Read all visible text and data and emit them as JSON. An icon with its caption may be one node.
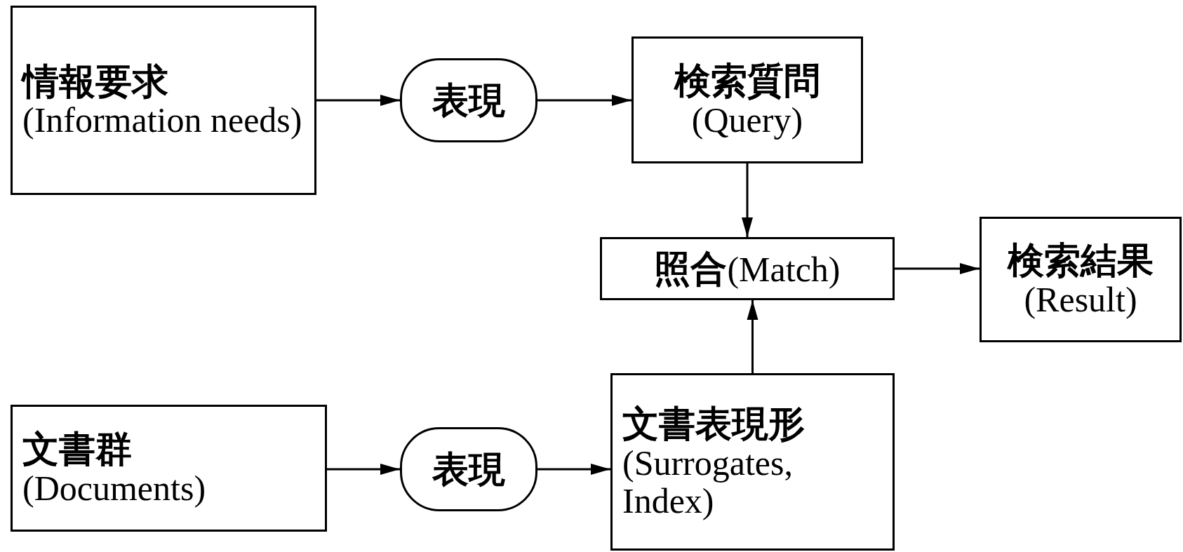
{
  "diagram": {
    "nodes": [
      {
        "text": [
          "情報要求",
          "(Information needs)"
        ]
      },
      {
        "text": [
          "表現"
        ]
      },
      {
        "text": [
          "検索質問",
          "(Query)"
        ]
      },
      {
        "text": [
          "**照合**(Match)"
        ]
      },
      {
        "text": [
          "検索結果",
          "(Result)"
        ]
      },
      {
        "text": [
          "文書群",
          "(Documents)"
        ]
      },
      {
        "text": [
          "表現"
        ]
      },
      {
        "text": [
          "文書表現形",
          "(Surrogates, Index)"
        ]
      }
    ],
    "edges": [
      {
        "from": 0,
        "to": 1,
        "arrow": "to"
      },
      {
        "from": 1,
        "to": 2,
        "arrow": "to"
      },
      {
        "from": 2,
        "to": 3,
        "arrow": "to"
      },
      {
        "from": 7,
        "to": 3,
        "arrow": "to"
      },
      {
        "from": 3,
        "to": 4,
        "arrow": "to"
      },
      {
        "from": 5,
        "to": 6,
        "arrow": "to"
      },
      {
        "from": 6,
        "to": 7,
        "arrow": "to"
      }
    ]
  }
}
